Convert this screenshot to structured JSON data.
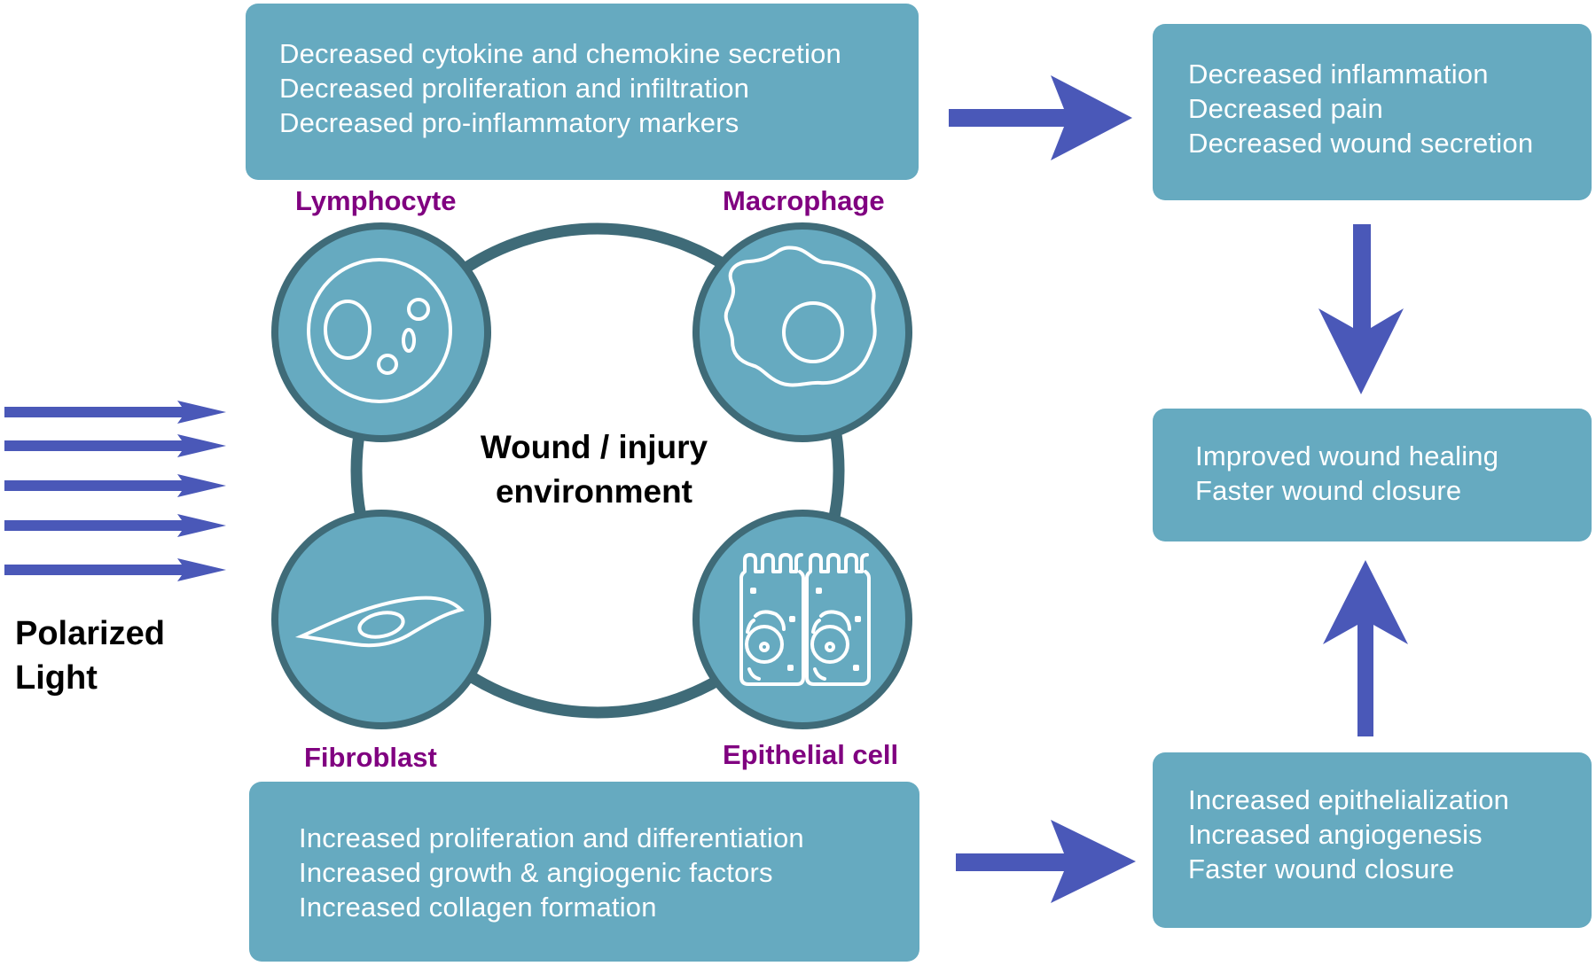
{
  "figure": {
    "colors": {
      "box_fill": "#66aac0",
      "box_text": "#ffffff",
      "arrow": "#4a58b8",
      "ring": "#3f6b78",
      "cell_fill": "#66aac0",
      "cell_label": "#800080"
    },
    "light_source": {
      "label_line1": "Polarized",
      "label_line2": "Light",
      "ray_count": 5
    },
    "environment": {
      "line1": "Wound / injury",
      "line2": "environment"
    },
    "cells": [
      {
        "id": "lymphocyte",
        "label": "Lymphocyte",
        "icon": "lymphocyte-icon"
      },
      {
        "id": "macrophage",
        "label": "Macrophage",
        "icon": "macrophage-icon"
      },
      {
        "id": "fibroblast",
        "label": "Fibroblast",
        "icon": "fibroblast-icon"
      },
      {
        "id": "epithelial",
        "label": "Epithelial cell",
        "icon": "epithelial-cell-icon"
      }
    ],
    "boxes": {
      "immune_effects": {
        "lines": [
          "Decreased cytokine and chemokine secretion",
          "Decreased proliferation and infiltration",
          "Decreased pro-inflammatory markers"
        ]
      },
      "tissue_effects": {
        "lines": [
          "Increased proliferation and differentiation",
          "Increased growth & angiogenic factors",
          "Increased collagen formation"
        ]
      },
      "inflammation_outcome": {
        "lines": [
          "Decreased inflammation",
          "Decreased pain",
          "Decreased wound secretion"
        ]
      },
      "healing_outcome": {
        "lines": [
          "Improved wound healing",
          "Faster wound closure"
        ]
      },
      "repair_outcome": {
        "lines": [
          "Increased epithelialization",
          "Increased angiogenesis",
          "Faster wound closure"
        ]
      }
    },
    "flows": [
      {
        "from": "immune_effects",
        "to": "inflammation_outcome",
        "direction": "right"
      },
      {
        "from": "inflammation_outcome",
        "to": "healing_outcome",
        "direction": "down"
      },
      {
        "from": "tissue_effects",
        "to": "repair_outcome",
        "direction": "right"
      },
      {
        "from": "repair_outcome",
        "to": "healing_outcome",
        "direction": "up"
      }
    ]
  }
}
